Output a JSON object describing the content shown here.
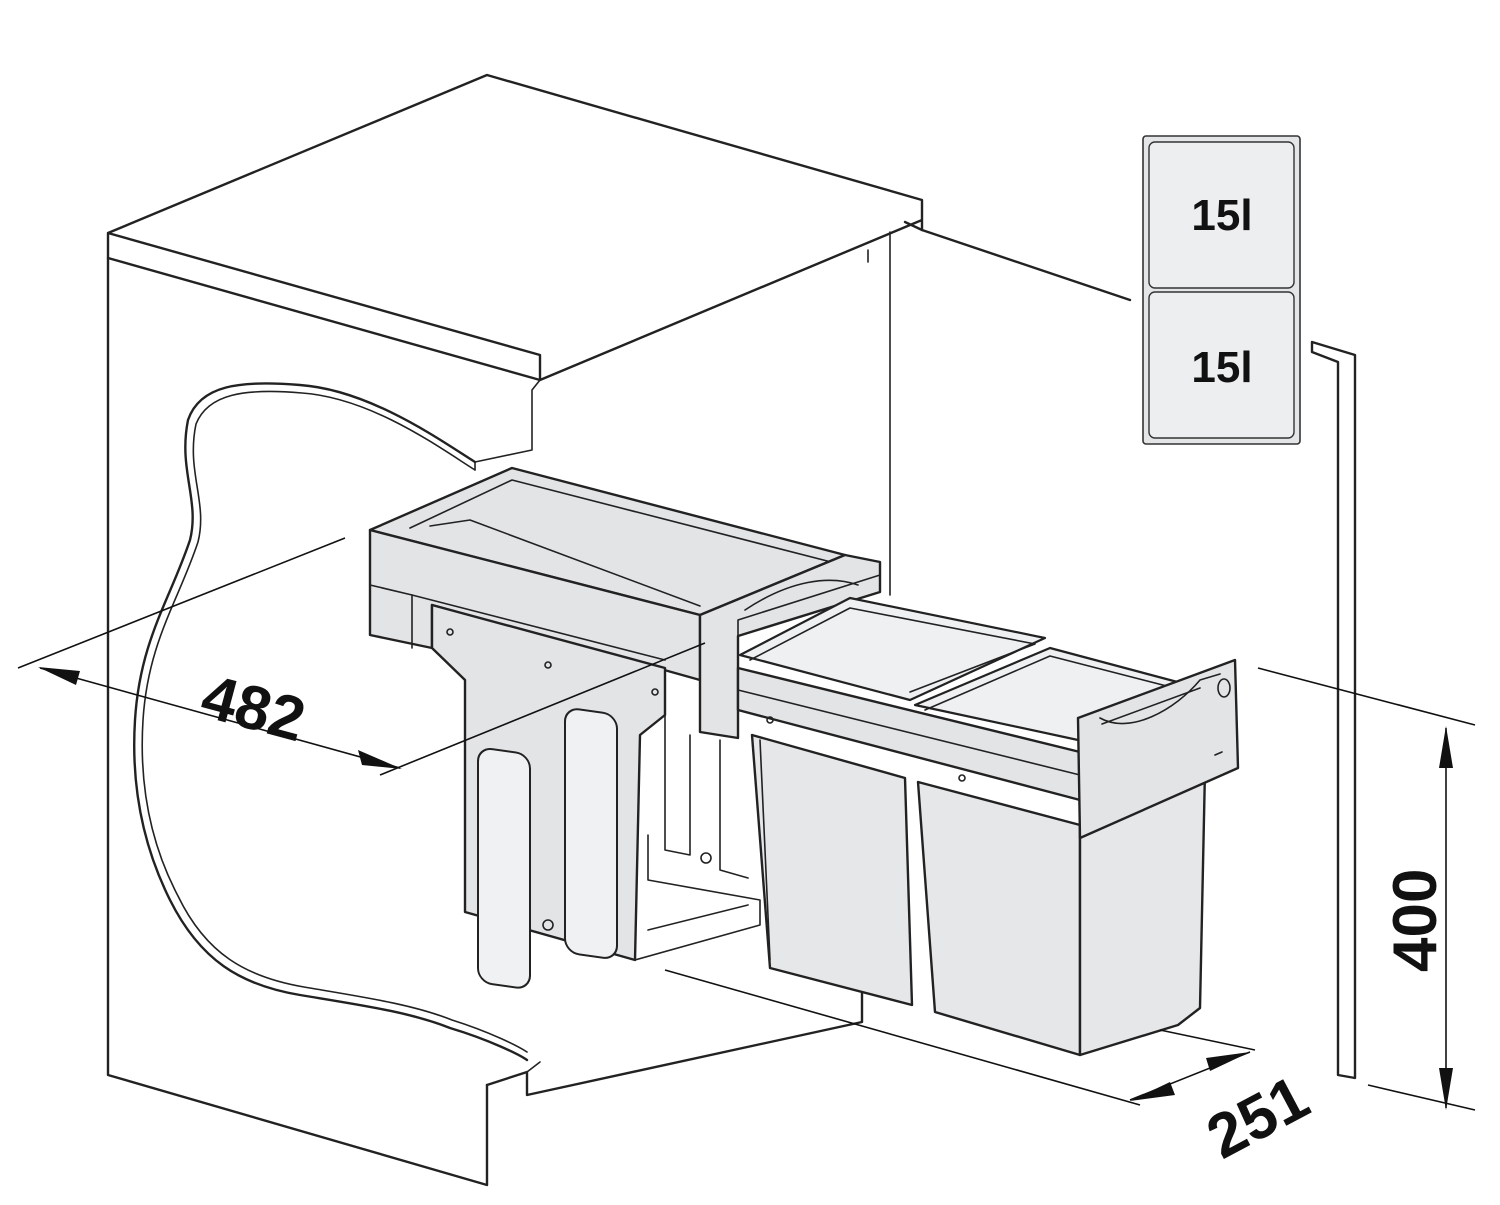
{
  "dimensions": {
    "depth": "482",
    "width": "251",
    "height": "400"
  },
  "capacity": {
    "bins": [
      {
        "label": "15l"
      },
      {
        "label": "15l"
      }
    ]
  }
}
